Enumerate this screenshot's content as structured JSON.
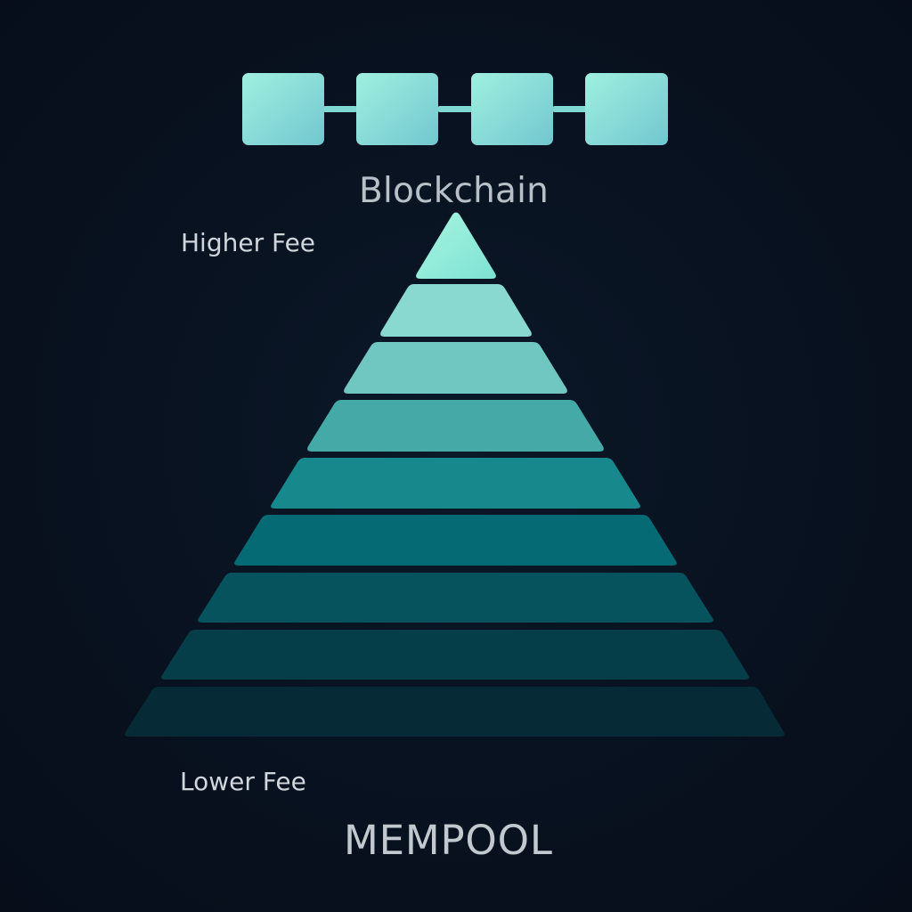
{
  "title": "Blockchain",
  "axis": {
    "top_label": "Higher Fee",
    "bottom_label": "Lower Fee"
  },
  "footer": {
    "label": "MEMPOOL"
  },
  "colors": {
    "background": "#08111f",
    "label": "#c8d0d7",
    "block_fill_start": "#9ff0df",
    "block_fill_end": "#72c7cf",
    "link": "#7fd8d1",
    "pyramid_levels": [
      "#97ead8",
      "#8ad9d0",
      "#70c6c0",
      "#45a9a8",
      "#17898d",
      "#066a74",
      "#06535d",
      "#053d48",
      "#072b36"
    ]
  },
  "diagram": {
    "blocks_count": 4,
    "pyramid_levels_count": 9
  }
}
